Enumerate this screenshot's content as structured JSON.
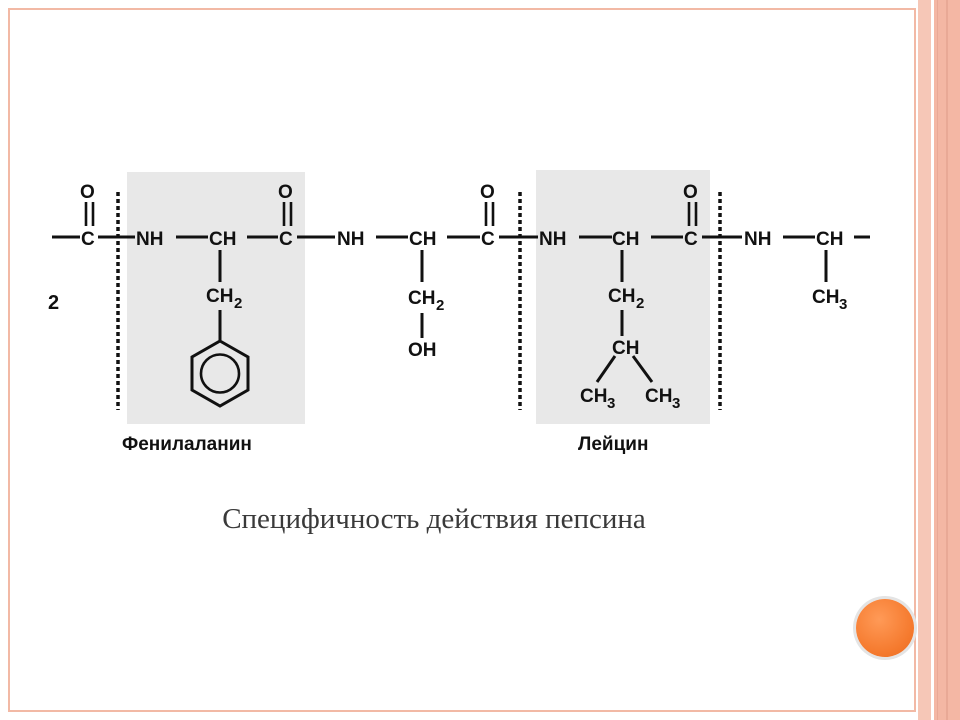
{
  "diagram": {
    "residues": {
      "phenylalanine": "Фенилаланин",
      "leucine": "Лейцин"
    },
    "fragment_label": "2",
    "groups": {
      "O": "O",
      "C": "C",
      "NH": "NH",
      "CH": "CH",
      "CH2": "CH",
      "CH3": "CH",
      "OH": "OH",
      "sub2": "2",
      "sub3": "3"
    }
  },
  "caption": "Специфичность действия пепсина",
  "colors": {
    "highlight": "#e8e8e8",
    "frame": "#f2b9a5",
    "accent_orb": "#f57a2e"
  }
}
